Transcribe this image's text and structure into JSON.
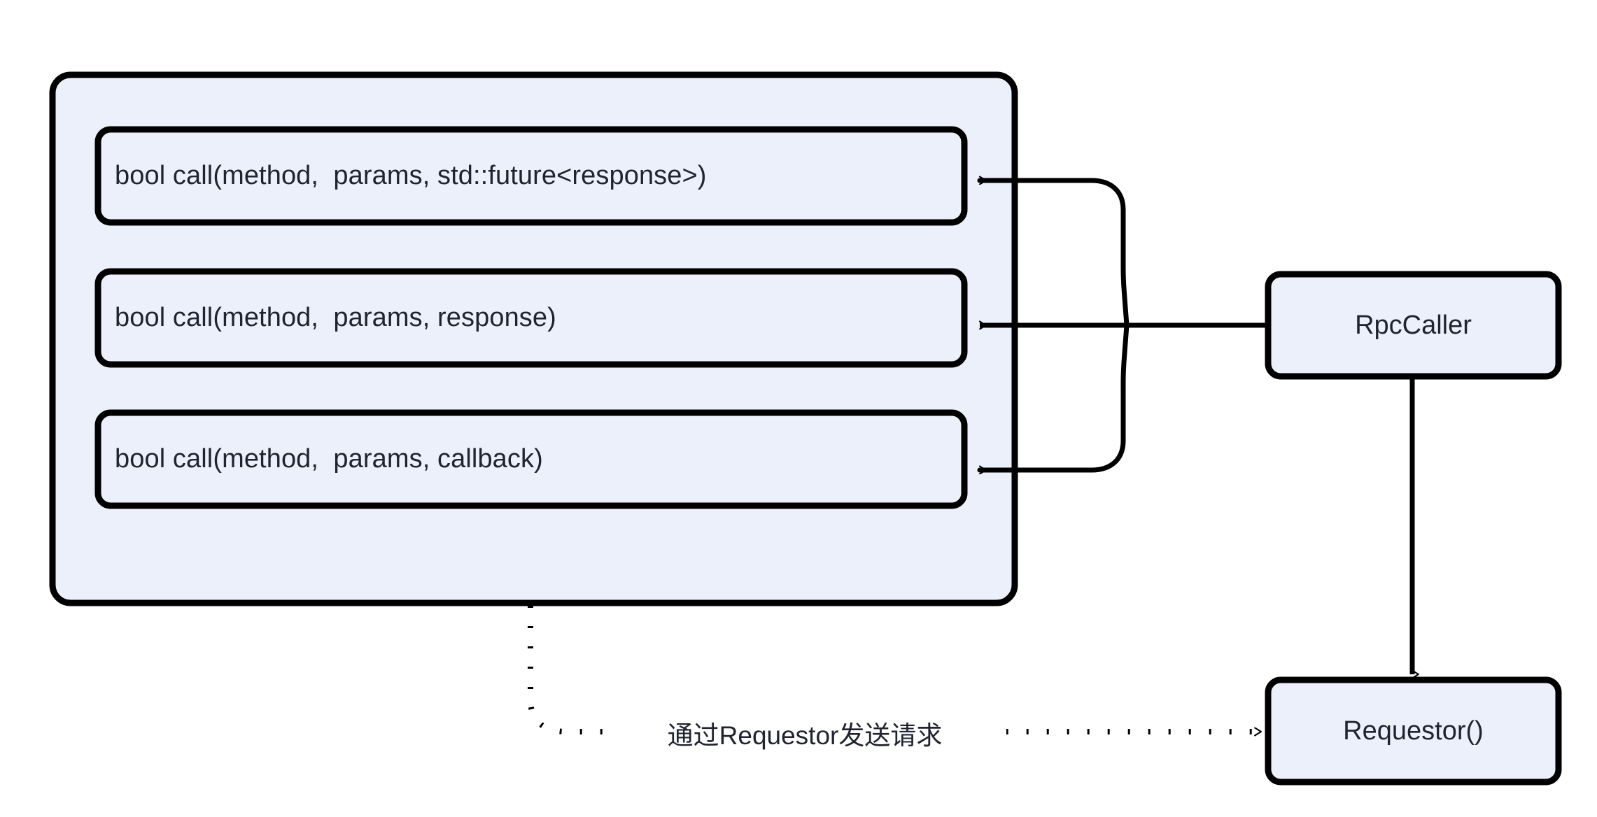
{
  "diagram": {
    "type": "flowchart",
    "direction": "left-to-right",
    "background_color": "#ffffff",
    "node_fill_color": "#ECF0FB",
    "node_stroke_color": "#000000",
    "text_color": "#1f2430"
  },
  "container": {
    "name": "rpc-caller-interface-group",
    "label": ""
  },
  "methods": [
    {
      "id": "call-future",
      "label": "bool call(method,  params, std::future<response>)"
    },
    {
      "id": "call-response",
      "label": "bool call(method,  params, response)"
    },
    {
      "id": "call-callback",
      "label": "bool call(method,  params, callback)"
    }
  ],
  "nodes": [
    {
      "id": "rpc-caller",
      "label": "RpcCaller"
    },
    {
      "id": "requestor",
      "label": "Requestor()"
    }
  ],
  "edges": [
    {
      "from": "rpc-caller",
      "to": "call-future",
      "style": "solid",
      "arrow": "to",
      "label": ""
    },
    {
      "from": "rpc-caller",
      "to": "call-response",
      "style": "solid",
      "arrow": "to",
      "label": ""
    },
    {
      "from": "rpc-caller",
      "to": "call-callback",
      "style": "solid",
      "arrow": "to",
      "label": ""
    },
    {
      "from": "rpc-caller",
      "to": "requestor",
      "style": "solid",
      "arrow": "to",
      "label": ""
    },
    {
      "from": "rpc-caller-interface-group",
      "to": "requestor",
      "style": "dotted",
      "arrow": "to",
      "label": "通过Requestor发送请求"
    }
  ],
  "edge_labels": {
    "group_to_requestor": "通过Requestor发送请求"
  }
}
